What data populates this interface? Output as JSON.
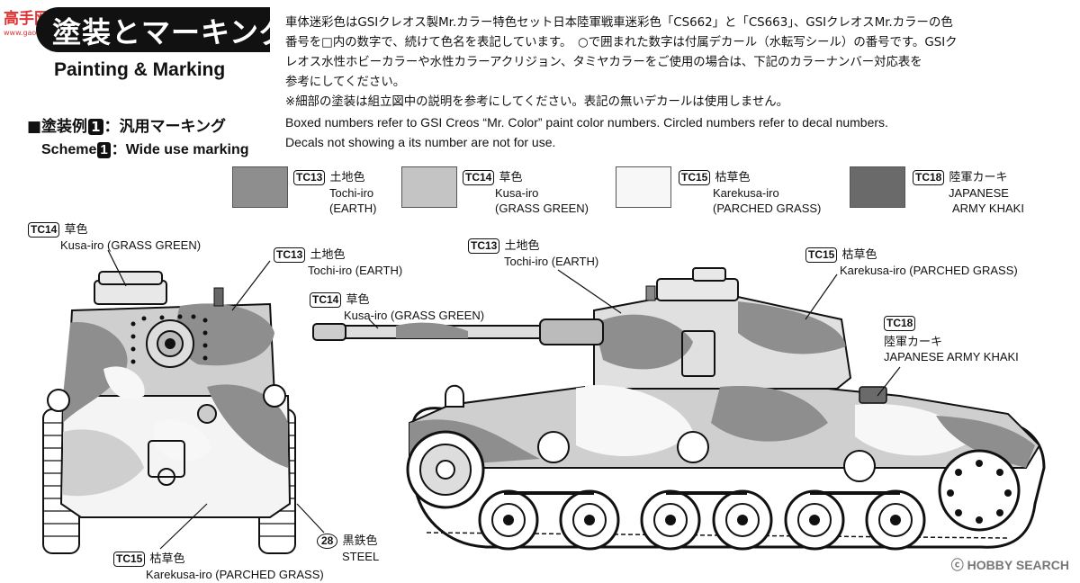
{
  "header": {
    "title_jp": "塗装とマーキング",
    "title_en": "Painting & Marking",
    "watermark": "高手网",
    "watermark_url": "www.gaoshou.net",
    "scheme_jp_prefix": "■塗装例",
    "scheme_num": "1",
    "scheme_jp_suffix": "：汎用マーキング",
    "scheme_en_prefix": "Scheme",
    "scheme_en_suffix": "：Wide use marking"
  },
  "description": {
    "line1": "車体迷彩色はGSIクレオス製Mr.カラー特色セット日本陸軍戦車迷彩色「CS662」と「CS663」、GSIクレオスMr.カラーの色",
    "line2": "番号を□内の数字で、続けて色名を表記しています。　○で囲まれた数字は付属デカール（水転写シール）の番号です。GSIク",
    "line3": "レオス水性ホビーカラーや水性カラーアクリジョン、タミヤカラーをご使用の場合は、下記のカラーナンバー対応表を",
    "line4": "参考にしてください。",
    "line5": "※細部の塗装は組立図中の説明を参考にしてください。表記の無いデカールは使用しません。",
    "line6": "Boxed numbers refer to GSI Creos “Mr. Color” paint color numbers. Circled numbers refer to decal numbers.",
    "line7": "Decals not showing a its number are not for use."
  },
  "colors": {
    "tc13": "#8e8e8e",
    "tc14": "#c4c4c4",
    "tc15": "#f7f7f7",
    "tc18": "#6a6a6a"
  },
  "legend": [
    {
      "code": "TC13",
      "jp": "土地色",
      "romaji": "Tochi-iro",
      "en": "(EARTH)"
    },
    {
      "code": "TC14",
      "jp": "草色",
      "romaji": "Kusa-iro",
      "en": "(GRASS GREEN)"
    },
    {
      "code": "TC15",
      "jp": "枯草色",
      "romaji": "Karekusa-iro",
      "en": "(PARCHED GRASS)"
    },
    {
      "code": "TC18",
      "jp": "陸軍カーキ",
      "romaji": "JAPANESE",
      "en": "ARMY KHAKI"
    }
  ],
  "callouts": {
    "front_tc14": {
      "code": "TC14",
      "jp": "草色",
      "text": "Kusa-iro (GRASS GREEN)"
    },
    "front_tc13": {
      "code": "TC13",
      "jp": "土地色",
      "text": "Tochi-iro (EARTH)"
    },
    "front_tc15": {
      "code": "TC15",
      "jp": "枯草色",
      "text": "Karekusa-iro (PARCHED GRASS)"
    },
    "front_28": {
      "code": "28",
      "jp": "黒鉄色",
      "text": "STEEL"
    },
    "side_tc13": {
      "code": "TC13",
      "jp": "土地色",
      "text": "Tochi-iro (EARTH)"
    },
    "side_tc14": {
      "code": "TC14",
      "jp": "草色",
      "text": "Kusa-iro (GRASS GREEN)"
    },
    "side_tc15": {
      "code": "TC15",
      "jp": "枯草色",
      "text": "Karekusa-iro (PARCHED GRASS)"
    },
    "side_tc18": {
      "code": "TC18",
      "jp": "陸軍カーキ",
      "text": "JAPANESE ARMY KHAKI"
    }
  },
  "footer": {
    "brand": "ⓒ HOBBY SEARCH"
  }
}
